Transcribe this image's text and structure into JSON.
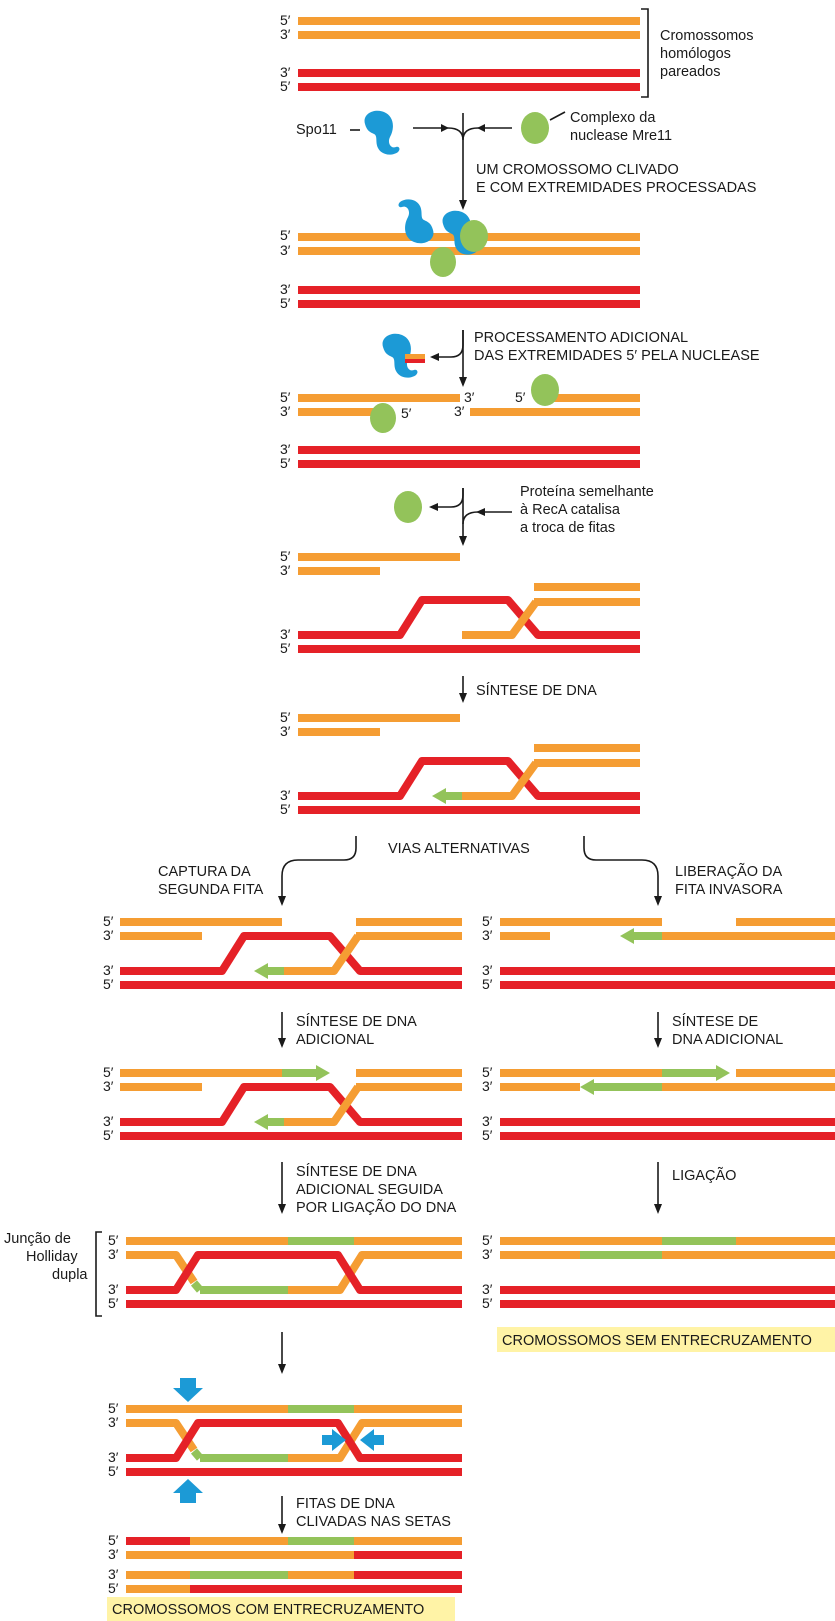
{
  "labels": {
    "homologous": [
      "Cromossomos",
      "homólogos",
      "pareados"
    ],
    "spo11": "Spo11",
    "mre11": [
      "Complexo da",
      "nuclease Mre11"
    ],
    "cleaved": [
      "UM CROMOSSOMO CLIVADO",
      "E COM EXTREMIDADES PROCESSADAS"
    ],
    "further_processing": [
      "PROCESSAMENTO ADICIONAL",
      "DAS EXTREMIDADES 5′ PELA NUCLEASE"
    ],
    "reca": [
      "Proteína semelhante",
      "à RecA catalisa",
      "a troca de fitas"
    ],
    "dna_synthesis": "SÍNTESE DE DNA",
    "alternative": "VIAS ALTERNATIVAS",
    "second_capture": [
      "CAPTURA DA",
      "SEGUNDA FITA"
    ],
    "invading_release": [
      "LIBERAÇÃO DA",
      "FITA INVASORA"
    ],
    "additional_left": [
      "SÍNTESE DE DNA",
      "ADICIONAL"
    ],
    "additional_right": [
      "SÍNTESE DE",
      "DNA ADICIONAL"
    ],
    "ligation_step": [
      "SÍNTESE DE DNA",
      "ADICIONAL SEGUIDA",
      "POR LIGAÇÃO DO DNA"
    ],
    "ligation": "LIGAÇÃO",
    "holliday": [
      "Junção de",
      "Holliday",
      "dupla"
    ],
    "cleaved_at_arrows": [
      "FITAS DE DNA",
      "CLIVADAS NAS SETAS"
    ]
  },
  "results": {
    "no_crossover": "CROMOSSOMOS SEM ENTRECRUZAMENTO",
    "crossover": "CROMOSSOMOS COM ENTRECRUZAMENTO"
  },
  "strand_ends": {
    "five": "5′",
    "three": "3′"
  },
  "colors": {
    "orange_strand": "#f59d33",
    "red_strand": "#e52127",
    "new_dna": "#93c35a",
    "protein_blue": "#1c9ad6",
    "highlight": "#fff3a6"
  }
}
